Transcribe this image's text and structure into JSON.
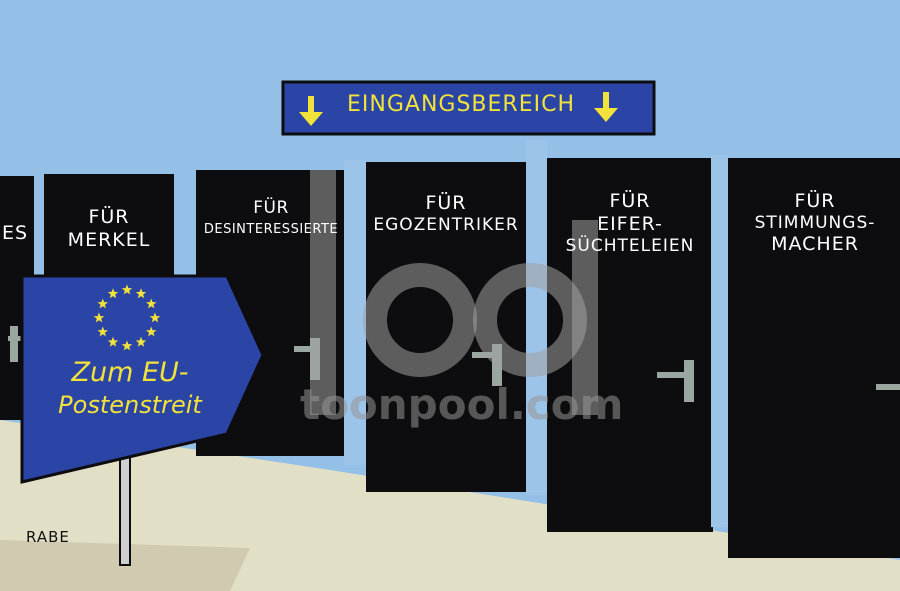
{
  "banner": {
    "label": "EINGANGSBEREICH"
  },
  "doors": [
    {
      "label": "ES"
    },
    {
      "label": "FÜR MERKEL"
    },
    {
      "label_line1": "FÜR",
      "label_line2": "DESINTERESSIERTE"
    },
    {
      "label_line1": "FÜR",
      "label_line2": "EGOZENTRIKER"
    },
    {
      "label_line1": "FÜR",
      "label_line2": "EIFER-",
      "label_line3": "SÜCHTELEIEN"
    },
    {
      "label_line1": "FÜR",
      "label_line2": "STIMMUNGS-",
      "label_line3": "MACHER"
    }
  ],
  "door_merkel": {
    "line1": "FÜR",
    "line2": "MERKEL"
  },
  "sign": {
    "line1": "Zum EU-",
    "line2": "Postenstreit"
  },
  "signature": "RABE",
  "watermark": "toonpool.com",
  "colors": {
    "sky": "#94bfe6",
    "wall": "#8eb9e3",
    "door": "#0d0d0f",
    "floor": "#e2dfc7",
    "eu_blue": "#2b45a6",
    "eu_yellow": "#f2e23a"
  }
}
